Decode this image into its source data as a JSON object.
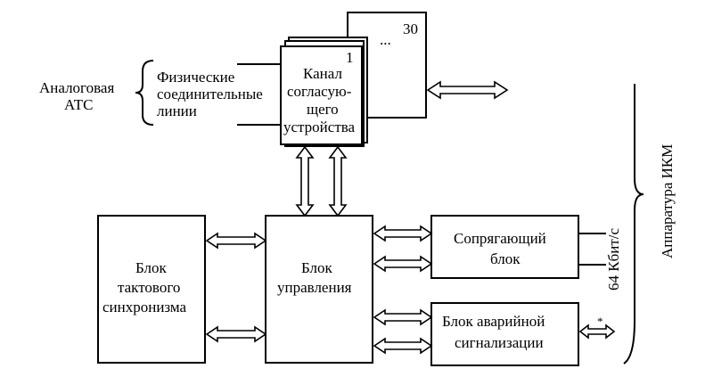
{
  "left_label": {
    "line1": "Аналоговая",
    "line2": "АТС"
  },
  "lines_label": {
    "line1": "Физические",
    "line2": "соединительные",
    "line3": "линии"
  },
  "channel": {
    "line1": "Канал",
    "line2": "согласую-",
    "line3": "щего",
    "line4": "устройства",
    "index_first": "1",
    "index_dots": "...",
    "index_last": "30"
  },
  "sync_block": {
    "line1": "Блок",
    "line2": "тактового",
    "line3": "синхронизма"
  },
  "control_block": {
    "line1": "Блок",
    "line2": "управления"
  },
  "interface_block": {
    "line1": "Сопрягающий",
    "line2": "блок"
  },
  "alarm_block": {
    "line1": "Блок аварийной",
    "line2": "сигнализации"
  },
  "rate_label": "64 Кбит/с",
  "ikm_label": "Аппаратура ИКМ",
  "alarm_marker": "*"
}
